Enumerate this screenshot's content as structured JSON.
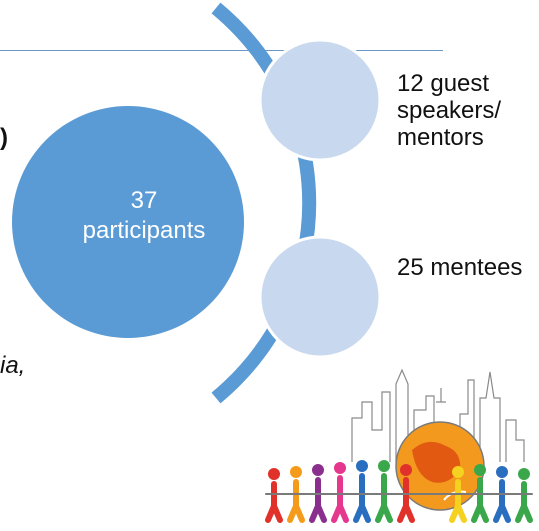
{
  "diagram": {
    "center": {
      "number": "37",
      "label": "participants"
    },
    "items": [
      {
        "label": "12 guest speakers/ mentors"
      },
      {
        "label": "25 mentees"
      }
    ],
    "clipped_text": {
      "paren": ")",
      "italic_fragment": "ia,"
    }
  },
  "colors": {
    "main_circle": "#5b9bd5",
    "small_circles": "#c8d8ee",
    "small_circle_border": "#ffffff",
    "arc": "#5b9bd5",
    "rule": "#6d97c9"
  },
  "icons": [
    "people-chain-globe-logo"
  ]
}
